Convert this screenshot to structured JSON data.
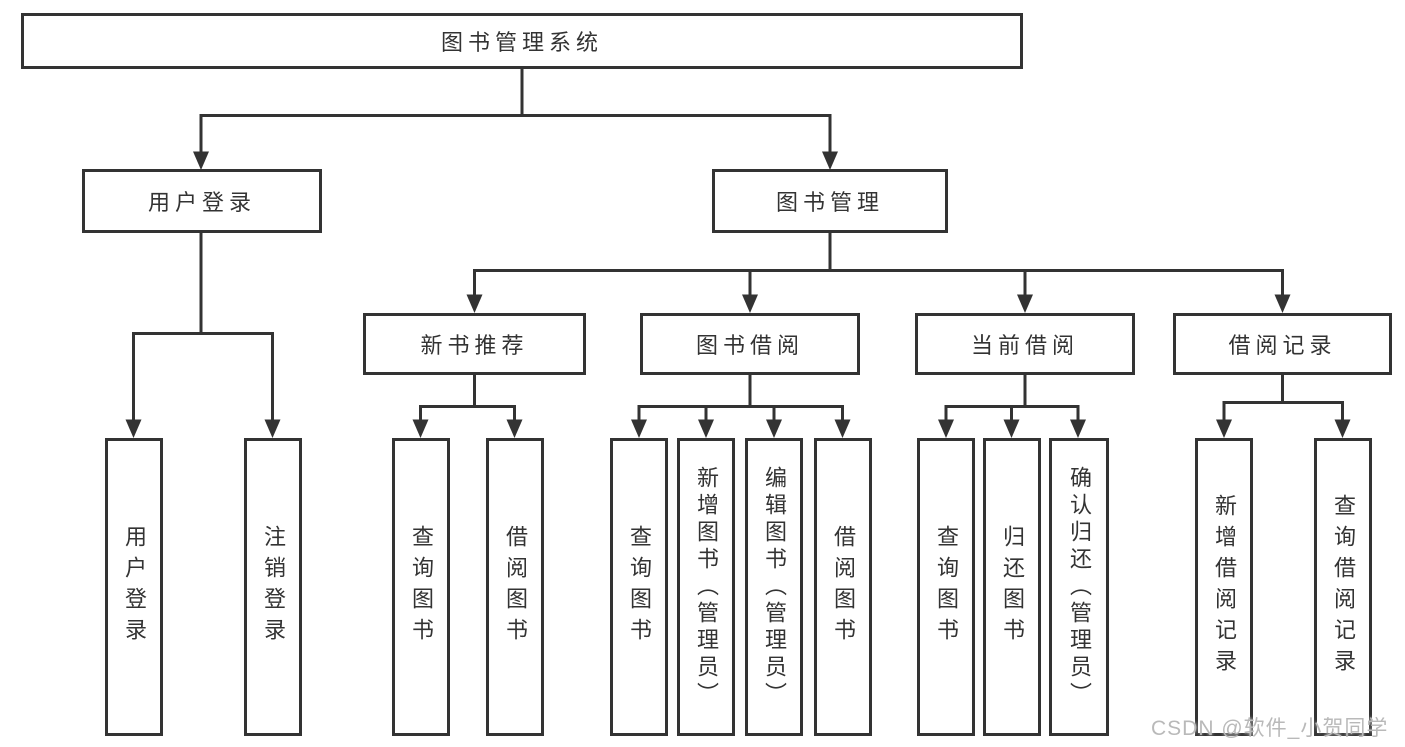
{
  "tree": {
    "root": {
      "label": "图书管理系统",
      "children": [
        {
          "label": "用户登录",
          "children": [
            {
              "label": "用户登录"
            },
            {
              "label": "注销登录"
            }
          ]
        },
        {
          "label": "图书管理",
          "children": [
            {
              "label": "新书推荐",
              "children": [
                {
                  "label": "查询图书"
                },
                {
                  "label": "借阅图书"
                }
              ]
            },
            {
              "label": "图书借阅",
              "children": [
                {
                  "label": "查询图书"
                },
                {
                  "label": "新增图书（管理员）"
                },
                {
                  "label": "编辑图书（管理员）"
                },
                {
                  "label": "借阅图书"
                }
              ]
            },
            {
              "label": "当前借阅",
              "children": [
                {
                  "label": "查询图书"
                },
                {
                  "label": "归还图书"
                },
                {
                  "label": "确认归还（管理员）"
                }
              ]
            },
            {
              "label": "借阅记录",
              "children": [
                {
                  "label": "新增借阅记录"
                },
                {
                  "label": "查询借阅记录"
                }
              ]
            }
          ]
        }
      ]
    }
  },
  "watermark": {
    "text": "CSDN @软件_小贺同学"
  },
  "colors": {
    "line": "#333333",
    "text": "#333333",
    "background": "#ffffff",
    "watermark": "#b9b9b9"
  }
}
